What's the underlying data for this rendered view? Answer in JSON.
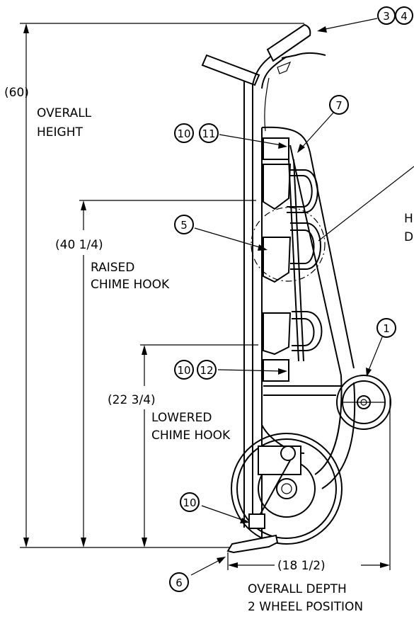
{
  "dimensions": {
    "overall_height": {
      "value": "(60)",
      "label_line1": "OVERALL",
      "label_line2": "HEIGHT"
    },
    "raised_chime_hook": {
      "value": "(40  1/4)",
      "label_line1": "RAISED",
      "label_line2": "CHIME  HOOK"
    },
    "lowered_chime_hook": {
      "value": "(22  3/4)",
      "label_line1": "LOWERED",
      "label_line2": "CHIME  HOOK"
    },
    "overall_depth": {
      "value": "(18  1/2)",
      "label_line1": "OVERALL  DEPTH",
      "label_line2": "2  WHEEL  POSITION"
    }
  },
  "detail_callout": {
    "line1": "H",
    "line2": "D"
  },
  "item_balloons": {
    "b1": "1",
    "b3": "3",
    "b4": "4",
    "b5": "5",
    "b6": "6",
    "b7": "7",
    "b10a": "10",
    "b11": "11",
    "b10b": "10",
    "b12": "12",
    "b10c": "10"
  }
}
